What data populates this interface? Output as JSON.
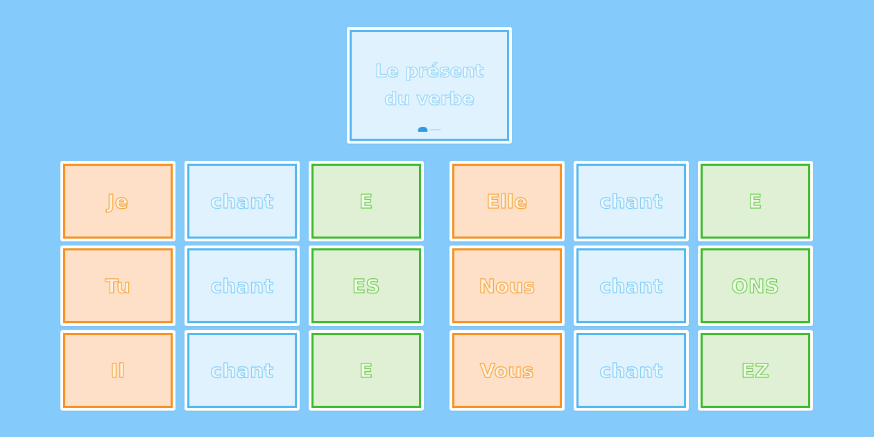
{
  "title": {
    "line1": "Le présent",
    "line2": "du verbe"
  },
  "colors": {
    "background": "#84cbfb",
    "pronoun_border": "#f7901e",
    "pronoun_fill": "#fde0c7",
    "stem_border": "#4fb8f2",
    "stem_fill": "#e0f2fe",
    "ending_border": "#3cbb2a",
    "ending_fill": "#dff0d5"
  },
  "left_group": [
    {
      "pronoun": "Je",
      "stem": "chant",
      "ending": "E"
    },
    {
      "pronoun": "Tu",
      "stem": "chant",
      "ending": "ES"
    },
    {
      "pronoun": "Il",
      "stem": "chant",
      "ending": "E"
    }
  ],
  "right_group": [
    {
      "pronoun": "Elle",
      "stem": "chant",
      "ending": "E"
    },
    {
      "pronoun": "Nous",
      "stem": "chant",
      "ending": "ONS"
    },
    {
      "pronoun": "Vous",
      "stem": "chant",
      "ending": "EZ"
    }
  ]
}
